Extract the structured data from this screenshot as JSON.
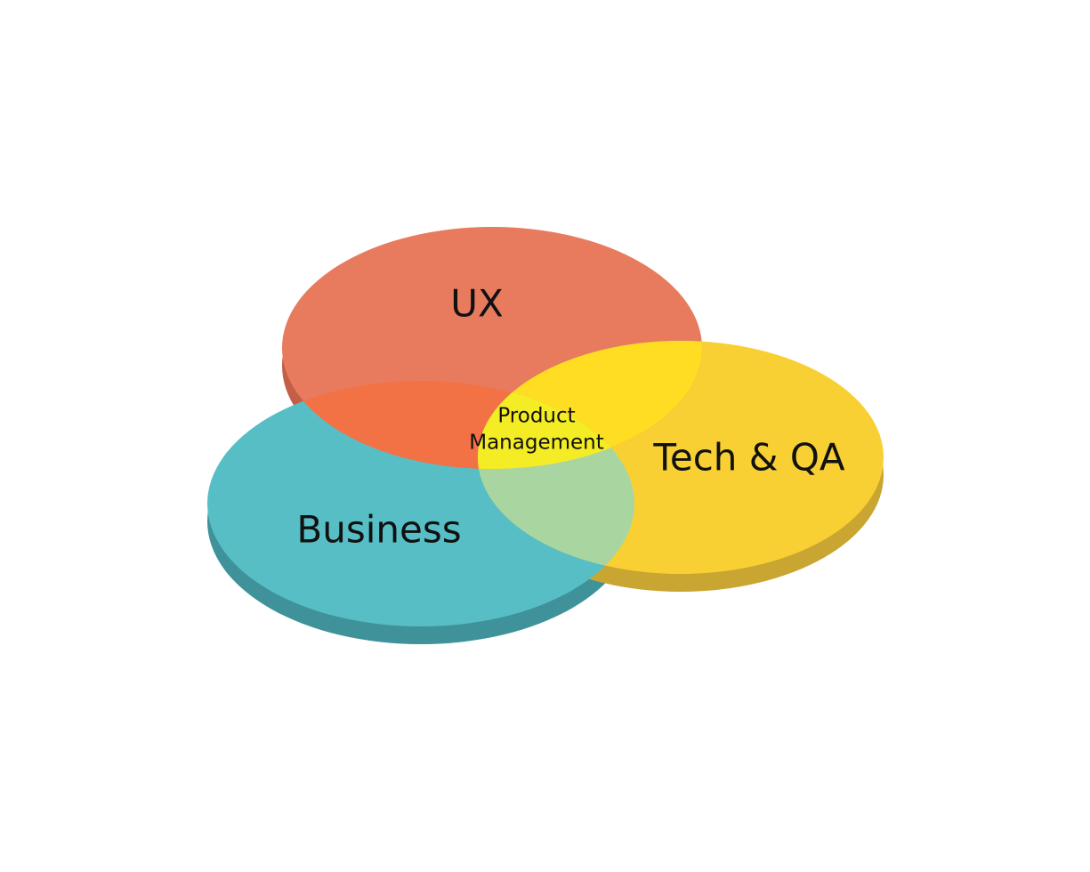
{
  "diagram": {
    "type": "venn-3",
    "sets": [
      {
        "id": "ux",
        "label": "UX",
        "color": "#E87B5E",
        "side_color": "#C45F47"
      },
      {
        "id": "business",
        "label": "Business",
        "color": "#57BEC6",
        "side_color": "#3F9299"
      },
      {
        "id": "tech",
        "label": "Tech & QA",
        "color": "#F8D033",
        "side_color": "#C9A532"
      }
    ],
    "center": {
      "line1": "Product",
      "line2": "Management"
    },
    "overlap_colors": {
      "ux_business": "#F27245",
      "ux_tech": "#FFDD22",
      "business_tech": "#A9D6A0",
      "all_three": "#F4EC24"
    }
  }
}
